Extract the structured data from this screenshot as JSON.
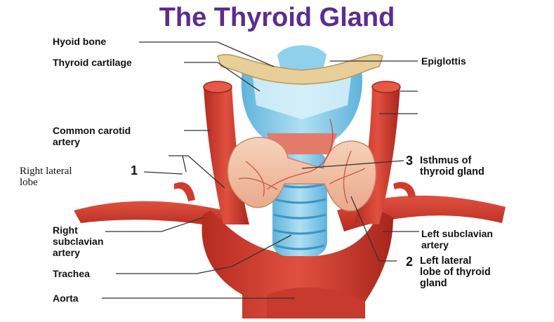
{
  "title": "The Thyroid Gland",
  "labels": {
    "hyoid_bone": "Hyoid bone",
    "thyroid_cartilage": "Thyroid cartilage",
    "common_carotid_artery": "Common carotid\nartery",
    "right_lateral_lobe": "Right lateral\nlobe",
    "right_subclavian_artery": "Right\nsubclavian\nartery",
    "trachea": "Trachea",
    "aorta": "Aorta",
    "epiglottis": "Epiglottis",
    "isthmus": "Isthmus of\nthyroid gland",
    "left_subclavian_artery": "Left subclavian\nartery",
    "left_lateral_lobe": "Left lateral\nlobe of thyroid\ngland"
  },
  "numbers": {
    "n1": "1",
    "n2": "2",
    "n3": "3"
  },
  "colors": {
    "title": "#5b2d8e",
    "artery": "#cf3b2e",
    "artery_dark": "#9e2218",
    "thyroid": "#f3c4a8",
    "cartilage": "#7ec9e8",
    "cartilage_light": "#bfe5f4",
    "hyoid": "#e8cf98"
  }
}
